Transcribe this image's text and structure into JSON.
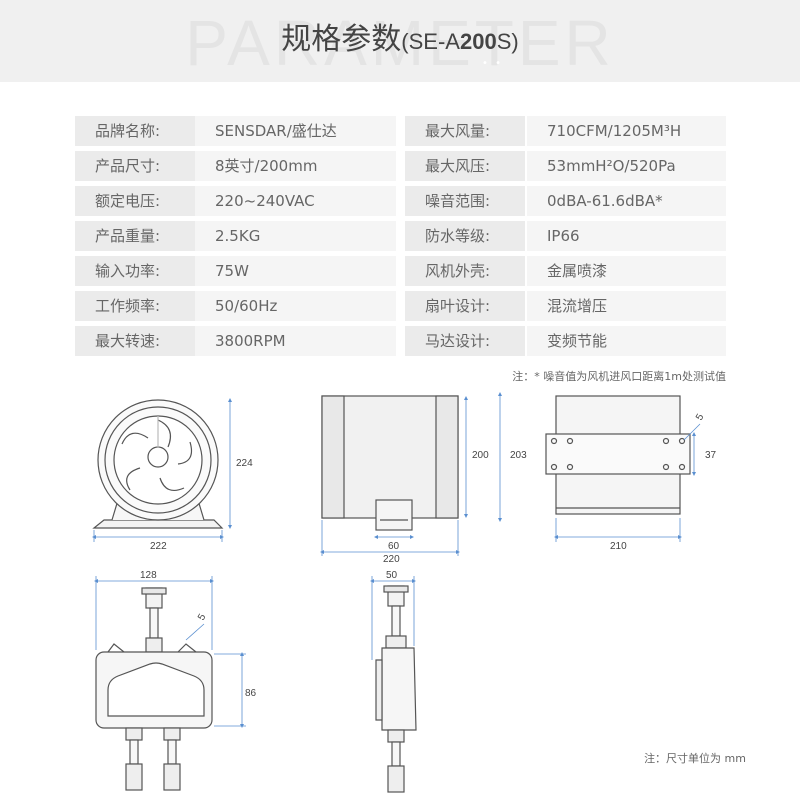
{
  "header": {
    "watermark": "PARAMETER",
    "title": "规格参数",
    "model_prefix": "(SE-A",
    "model_bold": "200",
    "model_suffix": "S)",
    "dots": "• •"
  },
  "specs": [
    {
      "label": "品牌名称:",
      "value": "SENSDAR/盛仕达",
      "label2": "最大风量:",
      "value2": "710CFM/1205M³H"
    },
    {
      "label": "产品尺寸:",
      "value": "8英寸/200mm",
      "label2": "最大风压:",
      "value2": "53mmH²O/520Pa"
    },
    {
      "label": "额定电压:",
      "value": "220~240VAC",
      "label2": "噪音范围:",
      "value2": "0dBA-61.6dBA*"
    },
    {
      "label": "产品重量:",
      "value": "2.5KG",
      "label2": "防水等级:",
      "value2": "IP66"
    },
    {
      "label": "输入功率:",
      "value": "75W",
      "label2": "风机外壳:",
      "value2": "金属喷漆"
    },
    {
      "label": "工作频率:",
      "value": "50/60Hz",
      "label2": "扇叶设计:",
      "value2": "混流增压"
    },
    {
      "label": "最大转速:",
      "value": "3800RPM",
      "label2": "马达设计:",
      "value2": "变频节能"
    }
  ],
  "note": "注：* 噪音值为风机进风口距离1m处测试值",
  "unit_note": "注：尺寸单位为 mm",
  "dimensions": {
    "front_height": "224",
    "front_width": "222",
    "side_height": "200",
    "side_height_outer": "203",
    "side_foot": "60",
    "side_length": "220",
    "bracket_height": "37",
    "bracket_width": "210",
    "bracket_mark": "5",
    "box_width": "128",
    "box_height": "86",
    "box_mark": "5",
    "box_side_width": "50"
  }
}
